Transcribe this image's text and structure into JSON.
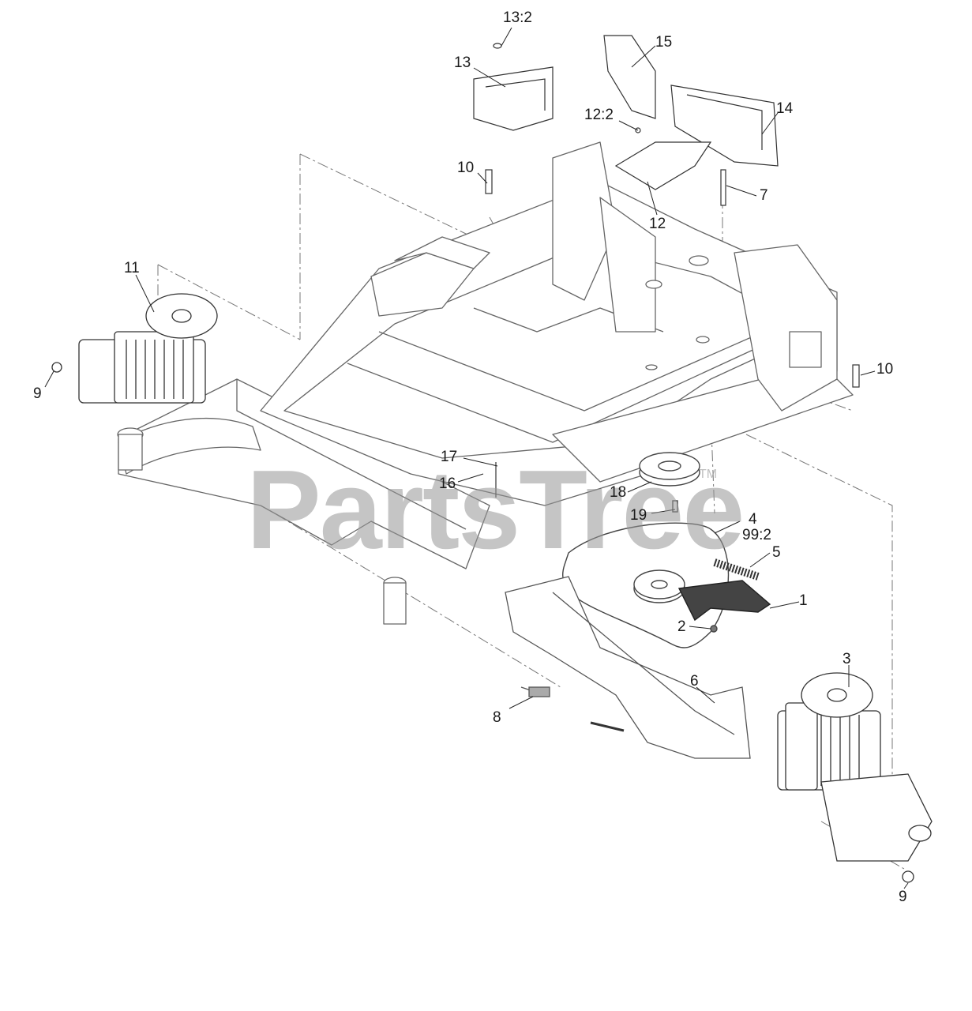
{
  "watermark": {
    "text": "PartsTree",
    "trademark": "TM"
  },
  "callouts": {
    "c13_2": "13:2",
    "c13": "13",
    "c15": "15",
    "c14": "14",
    "c12_2": "12:2",
    "c10_top": "10",
    "c7": "7",
    "c12": "12",
    "c11": "11",
    "c10_right": "10",
    "c9_left": "9",
    "c17": "17",
    "c16": "16",
    "c18": "18",
    "c19": "19",
    "c4": "4",
    "c99_2": "99:2",
    "c5": "5",
    "c1": "1",
    "c2": "2",
    "c3": "3",
    "c6": "6",
    "c8": "8",
    "c9_right": "9"
  },
  "colors": {
    "line": "#555555",
    "leader": "#222222",
    "fill": "#ffffff",
    "watermark": "#969696"
  }
}
